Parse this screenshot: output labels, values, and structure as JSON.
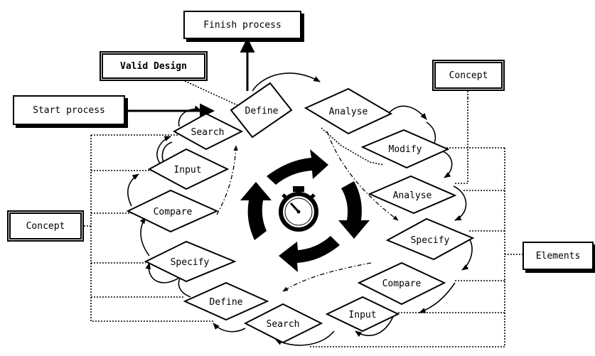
{
  "external": {
    "finish_process": "Finish process",
    "valid_design": "Valid Design",
    "start_process": "Start process",
    "concept_right": "Concept",
    "concept_left": "Concept",
    "elements": "Elements"
  },
  "steps": {
    "define_top": "Define",
    "analyse_top": "Analyse",
    "modify": "Modify",
    "analyse_right": "Analyse",
    "specify_right": "Specify",
    "compare_right": "Compare",
    "input_bottom": "Input",
    "search_bottom": "Search",
    "define_bottom": "Define",
    "specify_left": "Specify",
    "compare_left": "Compare",
    "input_left": "Input",
    "search_left": "Search"
  },
  "center": {
    "icon": "stopwatch-icon",
    "cycle": "clockwise-cycle-arrows"
  }
}
